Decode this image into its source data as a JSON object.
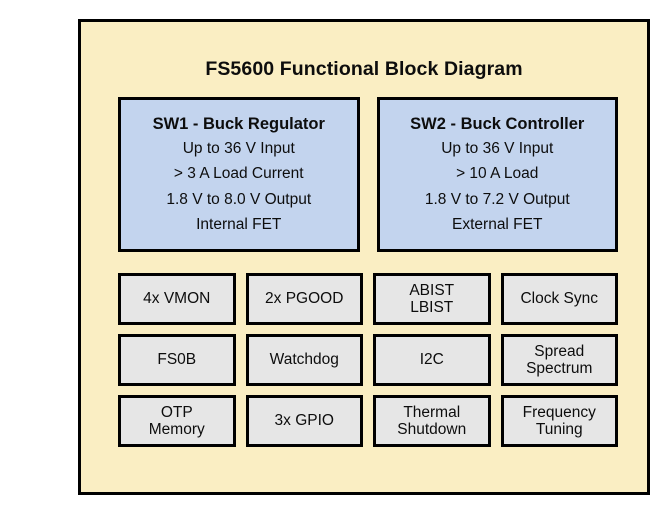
{
  "diagram": {
    "title": "FS5600 Functional Block Diagram",
    "colors": {
      "background": "#faeec3",
      "border": "#000000",
      "sw_block_fill": "#c3d4ee",
      "feature_box_fill": "#e6e6e6",
      "text": "#0d0d0d"
    },
    "sw_blocks": [
      {
        "title": "SW1 - Buck Regulator",
        "lines": [
          "Up to 36 V Input",
          "> 3 A Load Current",
          "1.8 V to 8.0 V Output",
          "Internal FET"
        ]
      },
      {
        "title": "SW2 - Buck Controller",
        "lines": [
          "Up to 36 V Input",
          "> 10 A Load",
          "1.8 V to 7.2 V Output",
          "External FET"
        ]
      }
    ],
    "feature_boxes": [
      {
        "lines": [
          "4x VMON"
        ]
      },
      {
        "lines": [
          "2x PGOOD"
        ]
      },
      {
        "lines": [
          "ABIST",
          "LBIST"
        ]
      },
      {
        "lines": [
          "Clock Sync"
        ]
      },
      {
        "lines": [
          "FS0B"
        ]
      },
      {
        "lines": [
          "Watchdog"
        ]
      },
      {
        "lines": [
          "I2C"
        ]
      },
      {
        "lines": [
          "Spread",
          "Spectrum"
        ]
      },
      {
        "lines": [
          "OTP",
          "Memory"
        ]
      },
      {
        "lines": [
          "3x GPIO"
        ]
      },
      {
        "lines": [
          "Thermal",
          "Shutdown"
        ]
      },
      {
        "lines": [
          "Frequency",
          "Tuning"
        ]
      }
    ]
  }
}
